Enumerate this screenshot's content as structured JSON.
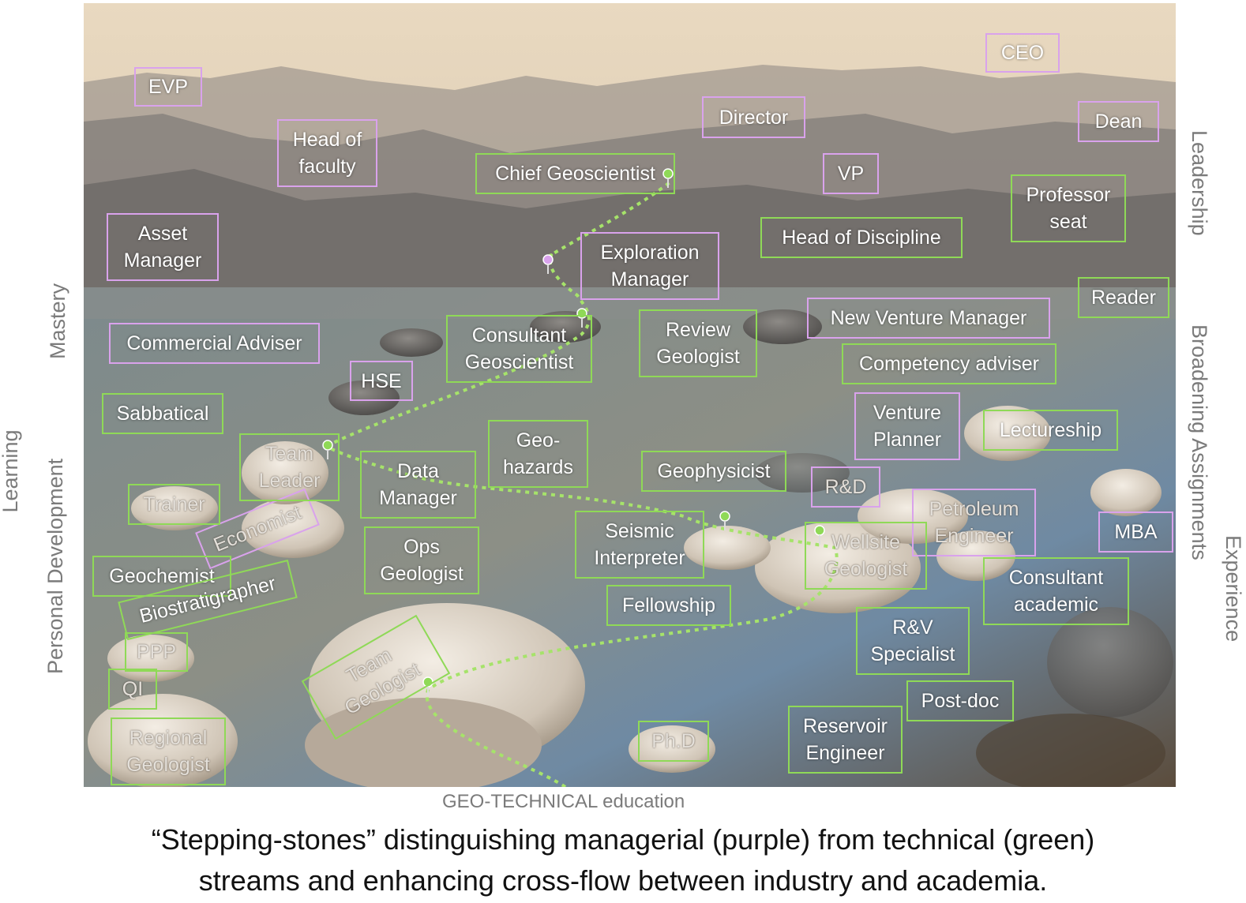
{
  "side_labels": {
    "mastery": "Mastery",
    "learning": "Learning",
    "personal_development": "Personal Development",
    "leadership": "Leadership",
    "broadening": "Broadening Assignments",
    "experience": "Experience",
    "geo_technical": "GEO-TECHNICAL education"
  },
  "caption": {
    "line1": "“Stepping-stones” distinguishing managerial (purple) from technical (green)",
    "line2": "streams and enhancing cross-flow between industry and academia."
  },
  "colors": {
    "managerial": "#d9a2ec",
    "technical": "#8fd957",
    "path": "#a6e36a"
  },
  "managerial": {
    "ceo": "CEO",
    "evp": "EVP",
    "director": "Director",
    "dean": "Dean",
    "head_of_faculty": "Head of\nfaculty",
    "vp": "VP",
    "asset_manager": "Asset\nManager",
    "exploration_manager": "Exploration\nManager",
    "new_venture_manager": "New Venture Manager",
    "commercial_adviser": "Commercial Adviser",
    "hse": "HSE",
    "venture_planner": "Venture\nPlanner",
    "economist": "Economist",
    "team_leader": "Team\nLeader",
    "rnd": "R&D",
    "petroleum_engineer": "Petroleum\nEngineer",
    "mba": "MBA"
  },
  "technical": {
    "chief_geoscientist": "Chief Geoscientist",
    "professor_seat": "Professor\nseat",
    "head_of_discipline": "Head of Discipline",
    "reader": "Reader",
    "consultant_geoscientist": "Consultant\nGeoscientist",
    "review_geologist": "Review\nGeologist",
    "competency_adviser": "Competency adviser",
    "sabbatical": "Sabbatical",
    "geo_hazards": "Geo-\nhazards",
    "lectureship": "Lectureship",
    "data_manager": "Data\nManager",
    "geophysicist": "Geophysicist",
    "trainer": "Trainer",
    "ops_geologist": "Ops\nGeologist",
    "seismic_interpreter": "Seismic\nInterpreter",
    "wellsite_geologist": "Wellsite\nGeologist",
    "geochemist": "Geochemist",
    "consultant_academic": "Consultant\nacademic",
    "biostratigrapher": "Biostratigrapher",
    "fellowship": "Fellowship",
    "rv_specialist": "R&V\nSpecialist",
    "ppp": "PPP",
    "team_geologist": "Team\nGeologist",
    "post_doc": "Post-doc",
    "qi": "QI",
    "phd": "Ph.D",
    "reservoir_engineer": "Reservoir\nEngineer",
    "regional_geologist": "Regional\nGeologist"
  }
}
